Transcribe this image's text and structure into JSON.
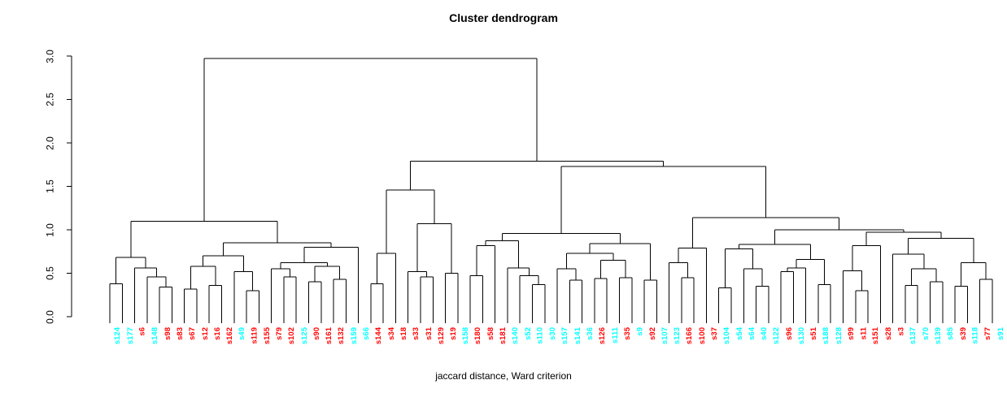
{
  "chart_data": {
    "type": "dendrogram",
    "title": "Cluster dendrogram",
    "xlabel": "jaccard distance, Ward criterion",
    "ylabel": "",
    "ylim": [
      0.0,
      3.0
    ],
    "y_ticks": [
      "0.0",
      "0.5",
      "1.0",
      "1.5",
      "2.0",
      "2.5",
      "3.0"
    ],
    "grid": false,
    "line_color": "#000000",
    "label_colors": {
      "red": "#FF0000",
      "cyan": "#00FFFF"
    },
    "leaves": [
      {
        "label": "s124",
        "color": "cyan"
      },
      {
        "label": "s177",
        "color": "cyan"
      },
      {
        "label": "s6",
        "color": "red"
      },
      {
        "label": "s148",
        "color": "cyan"
      },
      {
        "label": "s98",
        "color": "red"
      },
      {
        "label": "s83",
        "color": "red"
      },
      {
        "label": "s67",
        "color": "red"
      },
      {
        "label": "s12",
        "color": "red"
      },
      {
        "label": "s16",
        "color": "red"
      },
      {
        "label": "s162",
        "color": "red"
      },
      {
        "label": "s49",
        "color": "cyan"
      },
      {
        "label": "s119",
        "color": "red"
      },
      {
        "label": "s155",
        "color": "red"
      },
      {
        "label": "s79",
        "color": "red"
      },
      {
        "label": "s102",
        "color": "red"
      },
      {
        "label": "s125",
        "color": "cyan"
      },
      {
        "label": "s90",
        "color": "red"
      },
      {
        "label": "s161",
        "color": "red"
      },
      {
        "label": "s132",
        "color": "red"
      },
      {
        "label": "s159",
        "color": "cyan"
      },
      {
        "label": "s66",
        "color": "cyan"
      },
      {
        "label": "s144",
        "color": "red"
      },
      {
        "label": "s34",
        "color": "red"
      },
      {
        "label": "s18",
        "color": "red"
      },
      {
        "label": "s33",
        "color": "red"
      },
      {
        "label": "s31",
        "color": "red"
      },
      {
        "label": "s129",
        "color": "red"
      },
      {
        "label": "s19",
        "color": "red"
      },
      {
        "label": "s158",
        "color": "cyan"
      },
      {
        "label": "s180",
        "color": "red"
      },
      {
        "label": "s58",
        "color": "red"
      },
      {
        "label": "s181",
        "color": "red"
      },
      {
        "label": "s140",
        "color": "cyan"
      },
      {
        "label": "s52",
        "color": "cyan"
      },
      {
        "label": "s110",
        "color": "cyan"
      },
      {
        "label": "s30",
        "color": "cyan"
      },
      {
        "label": "s157",
        "color": "cyan"
      },
      {
        "label": "s141",
        "color": "cyan"
      },
      {
        "label": "s36",
        "color": "cyan"
      },
      {
        "label": "s126",
        "color": "red"
      },
      {
        "label": "s111",
        "color": "cyan"
      },
      {
        "label": "s35",
        "color": "red"
      },
      {
        "label": "s9",
        "color": "cyan"
      },
      {
        "label": "s92",
        "color": "red"
      },
      {
        "label": "s107",
        "color": "cyan"
      },
      {
        "label": "s123",
        "color": "cyan"
      },
      {
        "label": "s166",
        "color": "red"
      },
      {
        "label": "s100",
        "color": "red"
      },
      {
        "label": "s37",
        "color": "red"
      },
      {
        "label": "s104",
        "color": "cyan"
      },
      {
        "label": "s54",
        "color": "cyan"
      },
      {
        "label": "s64",
        "color": "cyan"
      },
      {
        "label": "s40",
        "color": "cyan"
      },
      {
        "label": "s122",
        "color": "cyan"
      },
      {
        "label": "s96",
        "color": "red"
      },
      {
        "label": "s130",
        "color": "cyan"
      },
      {
        "label": "s51",
        "color": "red"
      },
      {
        "label": "s188",
        "color": "cyan"
      },
      {
        "label": "s128",
        "color": "cyan"
      },
      {
        "label": "s99",
        "color": "red"
      },
      {
        "label": "s11",
        "color": "red"
      },
      {
        "label": "s151",
        "color": "red"
      },
      {
        "label": "s28",
        "color": "red"
      },
      {
        "label": "s3",
        "color": "red"
      },
      {
        "label": "s137",
        "color": "cyan"
      },
      {
        "label": "s70",
        "color": "cyan"
      },
      {
        "label": "s139",
        "color": "cyan"
      },
      {
        "label": "s85",
        "color": "cyan"
      },
      {
        "label": "s39",
        "color": "red"
      },
      {
        "label": "s118",
        "color": "cyan"
      },
      {
        "label": "s77",
        "color": "red"
      },
      {
        "label": "s91",
        "color": "cyan"
      }
    ],
    "tree": {
      "h": 2.97,
      "c": [
        {
          "h": 1.1,
          "c": [
            {
              "h": 0.68,
              "c": [
                {
                  "h": 0.38,
                  "c": [
                    "s124",
                    "s177"
                  ]
                },
                {
                  "h": 0.56,
                  "c": [
                    "s6",
                    {
                      "h": 0.46,
                      "c": [
                        "s148",
                        {
                          "h": 0.34,
                          "c": [
                            "s98",
                            "s83"
                          ]
                        }
                      ]
                    }
                  ]
                }
              ]
            },
            {
              "h": 0.85,
              "c": [
                {
                  "h": 0.7,
                  "c": [
                    {
                      "h": 0.58,
                      "c": [
                        {
                          "h": 0.32,
                          "c": [
                            "s67",
                            "s12"
                          ]
                        },
                        {
                          "h": 0.36,
                          "c": [
                            "s16",
                            "s162"
                          ]
                        }
                      ]
                    },
                    {
                      "h": 0.52,
                      "c": [
                        "s49",
                        {
                          "h": 0.3,
                          "c": [
                            "s119",
                            "s155"
                          ]
                        }
                      ]
                    }
                  ]
                },
                {
                  "h": 0.8,
                  "c": [
                    {
                      "h": 0.62,
                      "c": [
                        {
                          "h": 0.55,
                          "c": [
                            "s79",
                            {
                              "h": 0.46,
                              "c": [
                                "s102",
                                "s125"
                              ]
                            }
                          ]
                        },
                        {
                          "h": 0.58,
                          "c": [
                            {
                              "h": 0.4,
                              "c": [
                                "s90",
                                "s161"
                              ]
                            },
                            {
                              "h": 0.43,
                              "c": [
                                "s132",
                                "s159"
                              ]
                            }
                          ]
                        }
                      ]
                    },
                    "s66"
                  ]
                }
              ]
            }
          ]
        },
        {
          "h": 1.79,
          "c": [
            {
              "h": 1.46,
              "c": [
                {
                  "h": 0.73,
                  "c": [
                    {
                      "h": 0.38,
                      "c": [
                        "s144",
                        "s34"
                      ]
                    },
                    "s18"
                  ]
                },
                {
                  "h": 1.07,
                  "c": [
                    {
                      "h": 0.52,
                      "c": [
                        "s33",
                        {
                          "h": 0.46,
                          "c": [
                            "s31",
                            "s129"
                          ]
                        }
                      ]
                    },
                    {
                      "h": 0.5,
                      "c": [
                        "s19",
                        "s158"
                      ]
                    }
                  ]
                }
              ]
            },
            {
              "h": 1.73,
              "c": [
                {
                  "h": 0.96,
                  "c": [
                    {
                      "h": 0.875,
                      "c": [
                        {
                          "h": 0.82,
                          "c": [
                            {
                              "h": 0.47,
                              "c": [
                                "s180",
                                "s58"
                              ]
                            },
                            "s181"
                          ]
                        },
                        {
                          "h": 0.56,
                          "c": [
                            "s140",
                            {
                              "h": 0.47,
                              "c": [
                                "s52",
                                {
                                  "h": 0.37,
                                  "c": [
                                    "s110",
                                    "s30"
                                  ]
                                }
                              ]
                            }
                          ]
                        }
                      ]
                    },
                    {
                      "h": 0.84,
                      "c": [
                        {
                          "h": 0.73,
                          "c": [
                            {
                              "h": 0.55,
                              "c": [
                                "s157",
                                {
                                  "h": 0.42,
                                  "c": [
                                    "s141",
                                    "s36"
                                  ]
                                }
                              ]
                            },
                            {
                              "h": 0.65,
                              "c": [
                                {
                                  "h": 0.44,
                                  "c": [
                                    "s126",
                                    "s111"
                                  ]
                                },
                                {
                                  "h": 0.45,
                                  "c": [
                                    "s35",
                                    "s9"
                                  ]
                                }
                              ]
                            }
                          ]
                        },
                        {
                          "h": 0.42,
                          "c": [
                            "s92",
                            "s107"
                          ]
                        }
                      ]
                    }
                  ]
                },
                {
                  "h": 1.14,
                  "c": [
                    {
                      "h": 0.79,
                      "c": [
                        {
                          "h": 0.62,
                          "c": [
                            "s123",
                            {
                              "h": 0.45,
                              "c": [
                                "s166",
                                "s100"
                              ]
                            }
                          ]
                        },
                        "s37"
                      ]
                    },
                    {
                      "h": 1.0,
                      "c": [
                        {
                          "h": 0.83,
                          "c": [
                            {
                              "h": 0.78,
                              "c": [
                                {
                                  "h": 0.33,
                                  "c": [
                                    "s104",
                                    "s54"
                                  ]
                                },
                                {
                                  "h": 0.55,
                                  "c": [
                                    "s64",
                                    {
                                      "h": 0.35,
                                      "c": [
                                        "s40",
                                        "s122"
                                      ]
                                    }
                                  ]
                                }
                              ]
                            },
                            {
                              "h": 0.66,
                              "c": [
                                {
                                  "h": 0.56,
                                  "c": [
                                    {
                                      "h": 0.52,
                                      "c": [
                                        "s96",
                                        "s130"
                                      ]
                                    },
                                    "s51"
                                  ]
                                },
                                {
                                  "h": 0.37,
                                  "c": [
                                    "s188",
                                    "s128"
                                  ]
                                }
                              ]
                            }
                          ]
                        },
                        {
                          "h": 0.97,
                          "c": [
                            {
                              "h": 0.82,
                              "c": [
                                {
                                  "h": 0.53,
                                  "c": [
                                    "s99",
                                    {
                                      "h": 0.3,
                                      "c": [
                                        "s11",
                                        "s151"
                                      ]
                                    }
                                  ]
                                },
                                "s28"
                              ]
                            },
                            {
                              "h": 0.9,
                              "c": [
                                {
                                  "h": 0.72,
                                  "c": [
                                    "s3",
                                    {
                                      "h": 0.55,
                                      "c": [
                                        {
                                          "h": 0.36,
                                          "c": [
                                            "s137",
                                            "s70"
                                          ]
                                        },
                                        {
                                          "h": 0.4,
                                          "c": [
                                            "s139",
                                            "s85"
                                          ]
                                        }
                                      ]
                                    }
                                  ]
                                },
                                {
                                  "h": 0.62,
                                  "c": [
                                    {
                                      "h": 0.35,
                                      "c": [
                                        "s39",
                                        "s118"
                                      ]
                                    },
                                    {
                                      "h": 0.43,
                                      "c": [
                                        "s77",
                                        "s91"
                                      ]
                                    }
                                  ]
                                }
                              ]
                            }
                          ]
                        }
                      ]
                    }
                  ]
                }
              ]
            }
          ]
        }
      ]
    }
  }
}
